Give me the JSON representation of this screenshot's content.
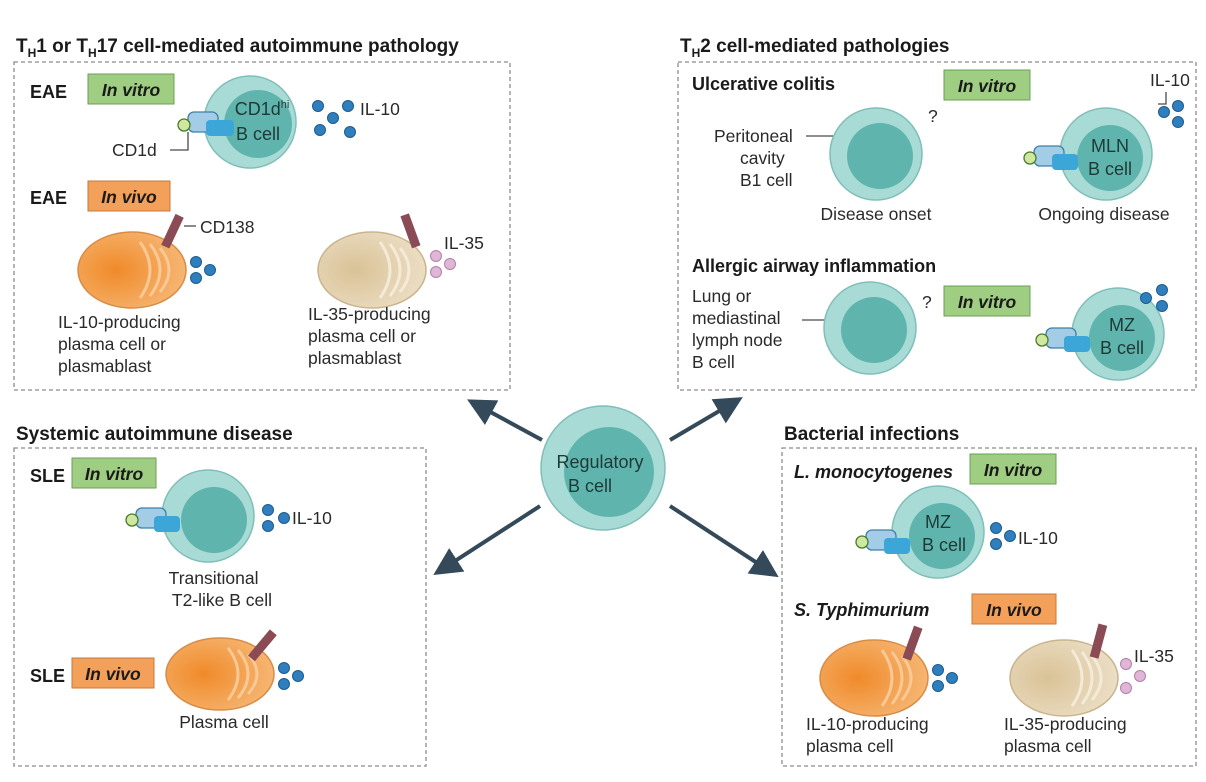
{
  "colors": {
    "cell_outer": "#a9dbd6",
    "cell_inner": "#5fb5ad",
    "plasma_orange": "#f3a85a",
    "plasma_beige": "#e6d6b8",
    "in_vitro_badge": "#9fce82",
    "in_vivo_badge": "#f3a05a",
    "il10_dot": "#2f7fbf",
    "il35_dot": "#e0b6d6",
    "arrow": "#34495a",
    "receptor": "#a3cde6",
    "cd138": "#8a4b55"
  },
  "badges": {
    "in_vitro": "In vitro",
    "in_vivo": "In vivo"
  },
  "panels": {
    "th1": {
      "title_pre": "T",
      "title_sub1": "H",
      "title_mid": "1 or T",
      "title_sub2": "H",
      "title_post": "17 cell-mediated autoimmune pathology",
      "eae_invitro": "EAE",
      "cell_line1": "CD1d",
      "cell_sup": "hi",
      "cell_line2": "B cell",
      "cd1d": "CD1d",
      "il10": "IL-10",
      "eae_invivo": "EAE",
      "cd138": "CD138",
      "il35": "IL-35",
      "il10_plasma": [
        "IL-10-producing",
        "plasma cell or",
        "plasmablast"
      ],
      "il35_plasma": [
        "IL-35-producing",
        "plasma cell or",
        "plasmablast"
      ]
    },
    "th2": {
      "title_pre": "T",
      "title_sub": "H",
      "title_post": "2 cell-mediated pathologies",
      "uc": "Ulcerative colitis",
      "il10": "IL-10",
      "peritoneal": [
        "Peritoneal",
        "cavity",
        "B1 cell"
      ],
      "question": "?",
      "mln_cell": [
        "MLN",
        "B cell"
      ],
      "disease_onset": "Disease onset",
      "ongoing_disease": "Ongoing disease",
      "allergic": "Allergic airway inflammation",
      "lung": [
        "Lung or",
        "mediastinal",
        "lymph node",
        "B cell"
      ],
      "mz_cell": [
        "MZ",
        "B cell"
      ]
    },
    "center": {
      "cell": [
        "Regulatory",
        "B cell"
      ]
    },
    "systemic": {
      "title": "Systemic autoimmune disease",
      "sle_invitro": "SLE",
      "il10": "IL-10",
      "transitional": [
        "Transitional",
        "T2-like B cell"
      ],
      "sle_invivo": "SLE",
      "plasma": "Plasma cell"
    },
    "bacterial": {
      "title": "Bacterial infections",
      "listeria": "L. monocytogenes",
      "mz_cell": [
        "MZ",
        "B cell"
      ],
      "il10": "IL-10",
      "salmonella": "S. Typhimurium",
      "il35": "IL-35",
      "il10_plasma": [
        "IL-10-producing",
        "plasma cell"
      ],
      "il35_plasma": [
        "IL-35-producing",
        "plasma cell"
      ]
    }
  }
}
